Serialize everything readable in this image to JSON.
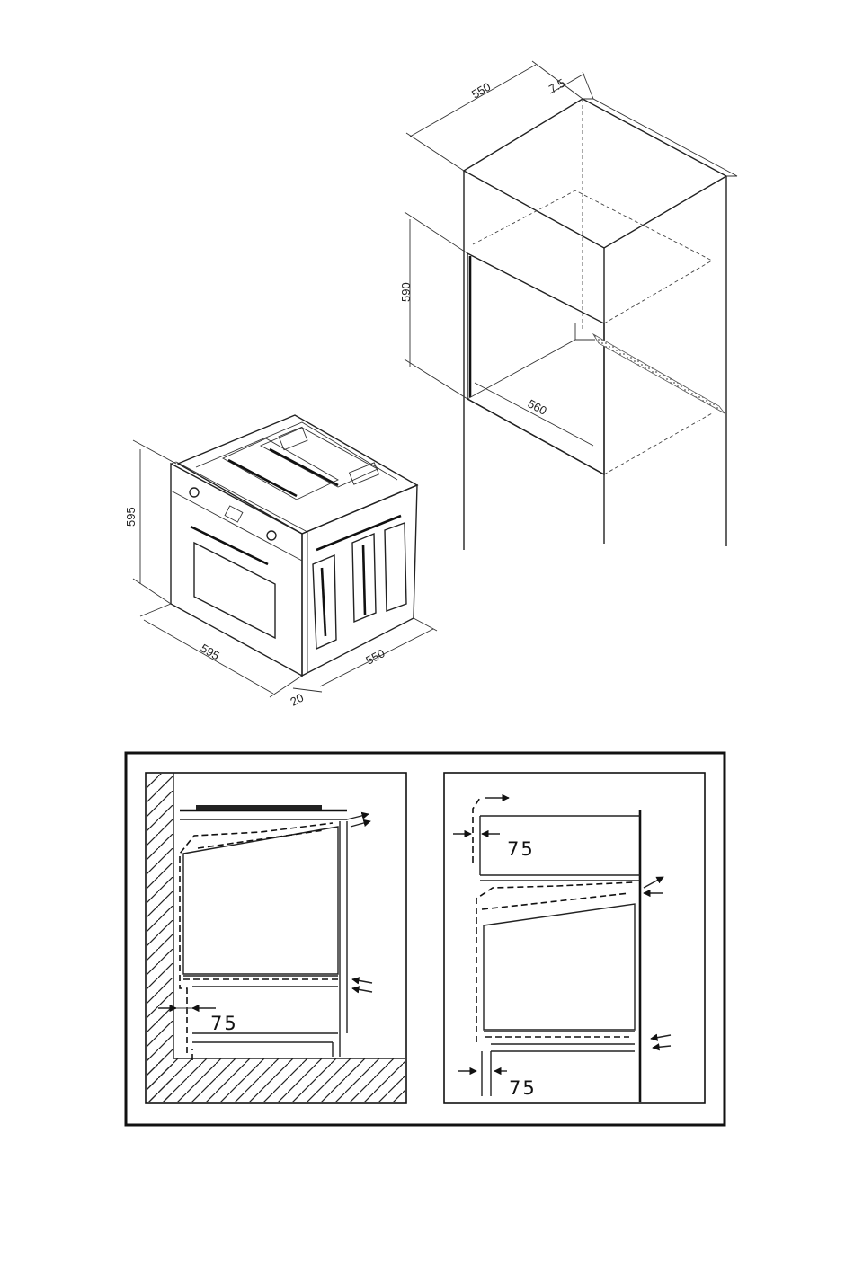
{
  "colors": {
    "line": "#222222",
    "background": "#ffffff",
    "frame": "#111111"
  },
  "cabinet": {
    "dim_depth": "550",
    "dim_side": "7.5",
    "dim_height": "590",
    "dim_width": "560"
  },
  "oven": {
    "dim_height": "595",
    "dim_width": "595",
    "dim_depth": "550",
    "dim_panel": "20"
  },
  "ventilation": {
    "left_gap": "75",
    "right_top_gap": "75",
    "right_bottom_gap": "75"
  }
}
